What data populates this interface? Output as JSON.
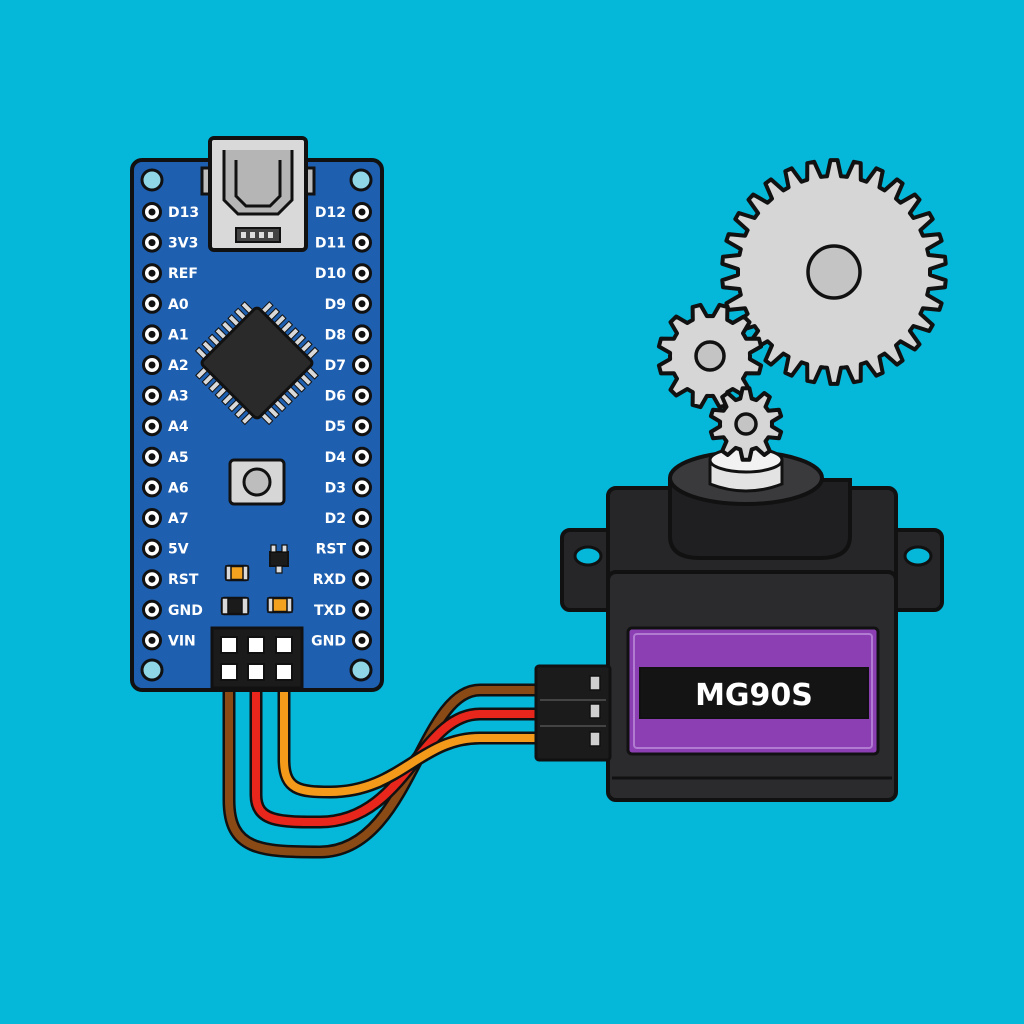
{
  "colors": {
    "background": "#05b7d9",
    "board": "#1e5fb0",
    "outline": "#111111",
    "wire_brown": "#8a4a16",
    "wire_red": "#e8261c",
    "wire_orange": "#f39a1a",
    "servo_body": "#262629",
    "servo_label": "#8b3fb3",
    "gear": "#d6d6d6"
  },
  "board": {
    "left_pins": [
      "D13",
      "3V3",
      "REF",
      "A0",
      "A1",
      "A2",
      "A3",
      "A4",
      "A5",
      "A6",
      "A7",
      "5V",
      "RST",
      "GND",
      "VIN"
    ],
    "right_pins": [
      "D12",
      "D11",
      "D10",
      "D9",
      "D8",
      "D7",
      "D6",
      "D5",
      "D4",
      "D3",
      "D2",
      "RST",
      "RXD",
      "TXD",
      "GND"
    ]
  },
  "servo": {
    "label": "MG90S"
  },
  "icons": [
    "usb-connector-icon",
    "gear-icon",
    "reset-button-icon"
  ]
}
